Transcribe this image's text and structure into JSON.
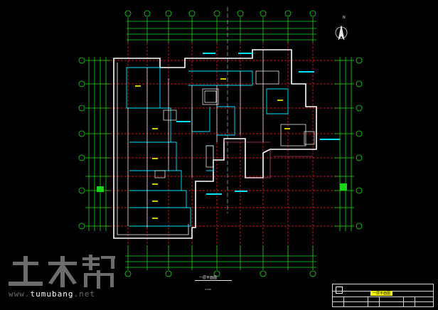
{
  "watermark": {
    "logo_text": "土木帮",
    "url_prefix": "www.",
    "url_brand": "tumubang",
    "url_suffix": ".net"
  },
  "drawing": {
    "plan_title": "一层平面图",
    "plan_scale": "1:100",
    "north_label": "N"
  },
  "title_block": {
    "drawing_name": "一层平面图"
  },
  "colors": {
    "background": "#000000",
    "wall": "#ffffff",
    "axis": "#ff2020",
    "dimension": "#19d619",
    "partition": "#00e5ff",
    "label": "#ffff00",
    "watermark": "#6c6c6c",
    "room": "#e6e6e6"
  }
}
